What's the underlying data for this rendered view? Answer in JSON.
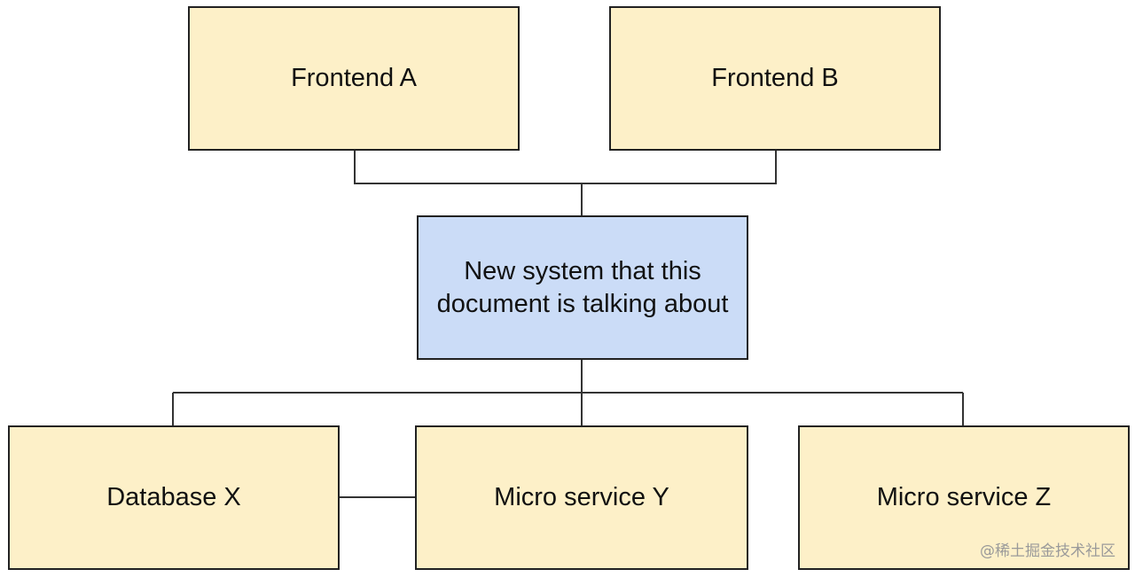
{
  "diagram": {
    "nodes": {
      "frontend_a": "Frontend A",
      "frontend_b": "Frontend B",
      "new_system": "New system that this document is talking about",
      "database_x": "Database X",
      "micro_service_y": "Micro service Y",
      "micro_service_z": "Micro service Z"
    },
    "colors": {
      "node_yellow": "#fdf0c8",
      "node_blue": "#cbdcf7",
      "border": "#222222",
      "connector": "#333333"
    }
  },
  "watermark": "@稀土掘金技术社区"
}
